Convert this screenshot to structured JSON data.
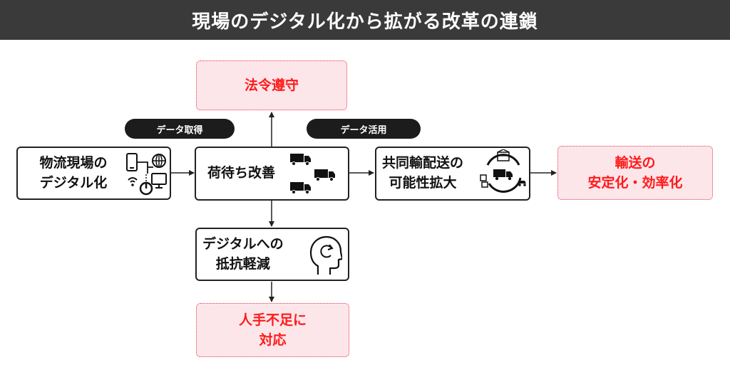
{
  "title": "現場のデジタル化から拡がる改革の連鎖",
  "nodes": {
    "digitalization": [
      "物流現場の",
      "デジタル化"
    ],
    "waiting": [
      "荷待ち改善"
    ],
    "joint_delivery": [
      "共同輸配送の",
      "可能性拡大"
    ],
    "resistance": [
      "デジタルへの",
      "抵抗軽減"
    ]
  },
  "outcomes": {
    "compliance": [
      "法令遵守"
    ],
    "stabilization": [
      "輸送の",
      "安定化・効率化"
    ],
    "labor_shortage": [
      "人手不足に",
      "対応"
    ]
  },
  "labels": {
    "data_acquisition": "データ取得",
    "data_utilization": "データ活用"
  },
  "colors": {
    "title_bg": "#3a3a3a",
    "outcome_text": "#ff1a1a",
    "outcome_bg": "#fde6ea",
    "outcome_border": "#e83b55",
    "pill_bg": "#1c1c1c"
  },
  "icons": [
    "devices-network-icon",
    "trucks-icon",
    "shared-delivery-cycle-icon",
    "head-mind-icon"
  ]
}
